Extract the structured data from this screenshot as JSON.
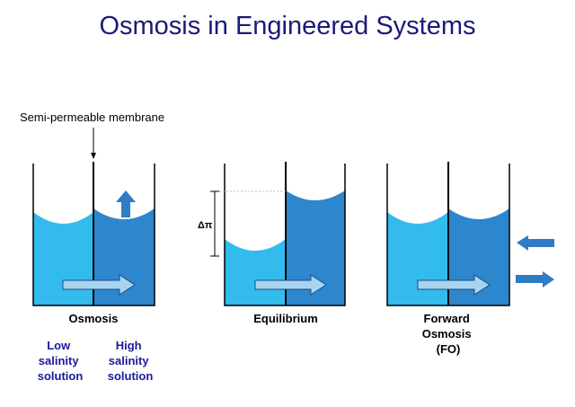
{
  "title": "Osmosis in Engineered Systems",
  "membrane_label": "Semi-permeable membrane",
  "delta_pi_label": "Δπ",
  "panels": [
    {
      "label_lines": [
        "Osmosis"
      ]
    },
    {
      "label_lines": [
        "Equilibrium"
      ]
    },
    {
      "label_lines": [
        "Forward",
        "Osmosis",
        "(FO)"
      ]
    }
  ],
  "solutions": {
    "low": [
      "Low",
      "salinity",
      "solution"
    ],
    "high": [
      "High",
      "salinity",
      "solution"
    ]
  },
  "colors": {
    "title": "#1a1a7a",
    "low_salinity": "#33bbee",
    "high_salinity": "#2e86cc",
    "arrow_fill": "#a8d4f2",
    "arrow_stroke": "#1a4d80",
    "solution_label": "#1a1a99",
    "icon_arrow": "#2f7cc4"
  }
}
